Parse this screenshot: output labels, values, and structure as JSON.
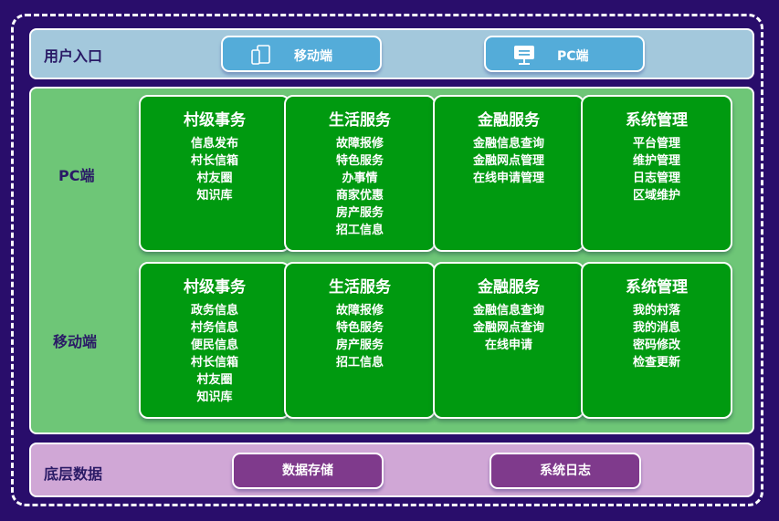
{
  "colors": {
    "background": "#290d6b",
    "user_entry_band": "#a3c8dc",
    "entry_button": "#54acd9",
    "app_band": "#6ec677",
    "card": "#009a10",
    "data_band": "#d0a7d6",
    "data_button": "#7f3a8c",
    "label_text": "#2a1a66"
  },
  "user_entry": {
    "label": "用户入口",
    "buttons": [
      {
        "label": "移动端",
        "icon": "mobile-tablet-icon"
      },
      {
        "label": "PC端",
        "icon": "monitor-icon"
      }
    ]
  },
  "apps": {
    "rows": [
      {
        "label": "PC端",
        "cards": [
          {
            "title": "村级事务",
            "items": [
              "信息发布",
              "村长信箱",
              "村友圈",
              "知识库"
            ]
          },
          {
            "title": "生活服务",
            "items": [
              "故障报修",
              "特色服务",
              "办事情",
              "商家优惠",
              "房产服务",
              "招工信息"
            ]
          },
          {
            "title": "金融服务",
            "items": [
              "金融信息查询",
              "金融网点管理",
              "在线申请管理"
            ]
          },
          {
            "title": "系统管理",
            "items": [
              "平台管理",
              "维护管理",
              "日志管理",
              "区域维护"
            ]
          }
        ]
      },
      {
        "label": "移动端",
        "cards": [
          {
            "title": "村级事务",
            "items": [
              "政务信息",
              "村务信息",
              "便民信息",
              "村长信箱",
              "村友圈",
              "知识库"
            ]
          },
          {
            "title": "生活服务",
            "items": [
              "故障报修",
              "特色服务",
              "房产服务",
              "招工信息"
            ]
          },
          {
            "title": "金融服务",
            "items": [
              "金融信息查询",
              "金融网点查询",
              "在线申请"
            ]
          },
          {
            "title": "系统管理",
            "items": [
              "我的村落",
              "我的消息",
              "密码修改",
              "检查更新"
            ]
          }
        ]
      }
    ]
  },
  "base_data": {
    "label": "底层数据",
    "buttons": [
      {
        "label": "数据存储"
      },
      {
        "label": "系统日志"
      }
    ]
  }
}
